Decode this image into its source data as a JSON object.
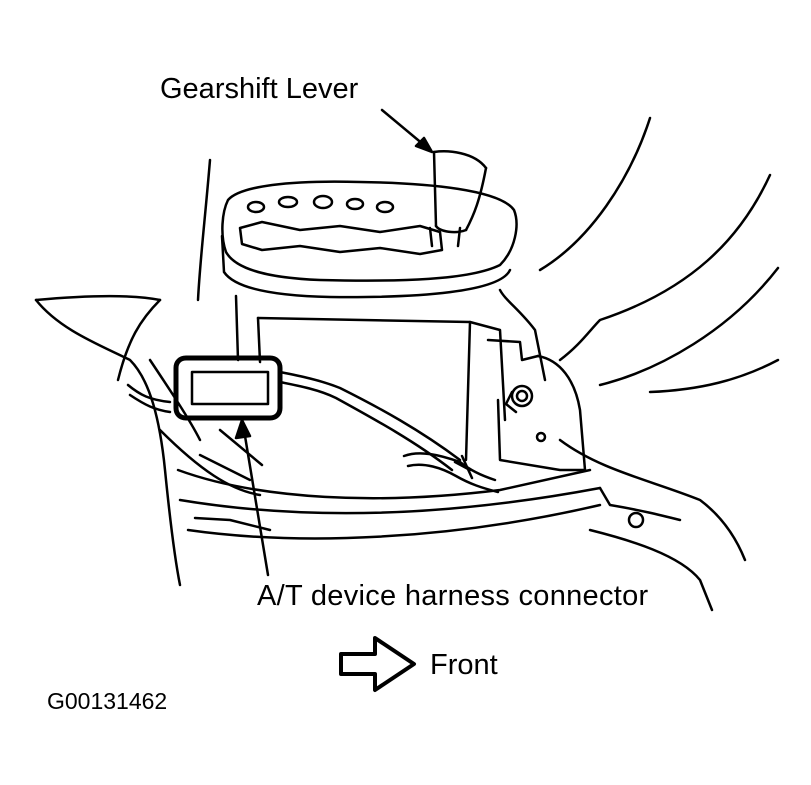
{
  "labels": {
    "gearshift_lever": "Gearshift Lever",
    "harness_connector": "A/T device harness connector",
    "front": "Front",
    "figure_id": "G00131462"
  },
  "colors": {
    "line": "#000000",
    "background": "#ffffff"
  }
}
